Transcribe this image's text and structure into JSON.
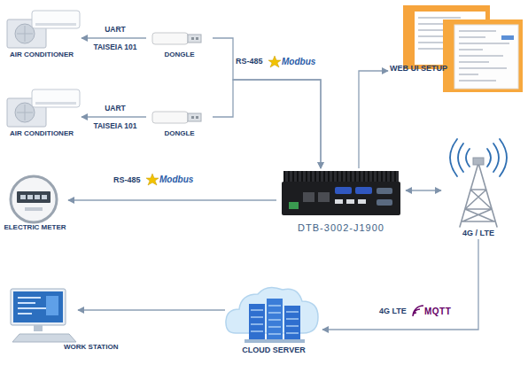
{
  "diagram": {
    "nodes": [
      {
        "text": [
          "AIR CONDITIONER"
        ]
      },
      {
        "text": [
          "DONGLE"
        ]
      },
      {
        "text": [
          "WEB UI SETUP"
        ]
      },
      {
        "text": [
          "AIR CONDITIONER"
        ]
      },
      {
        "text": [
          "DONGLE"
        ]
      },
      {
        "text": [
          "ELECTRIC METER"
        ]
      },
      {
        "text": [
          "DTB-3002-J1900"
        ]
      },
      {
        "text": [
          "4G / LTE"
        ]
      },
      {
        "text": [
          "WORK STATION"
        ]
      },
      {
        "text": [
          "CLOUD SERVER"
        ]
      }
    ],
    "edges": [
      {
        "from": 1,
        "to": 0,
        "arrow": "to",
        "label": "UART TAISEIA 101"
      },
      {
        "from": 4,
        "to": 3,
        "arrow": "to",
        "label": "UART TAISEIA 101"
      },
      {
        "from": 1,
        "to": 6,
        "arrow": "to",
        "label": "RS-485"
      },
      {
        "from": 4,
        "to": 6,
        "arrow": "to"
      },
      {
        "from": 6,
        "to": 5,
        "arrow": "to",
        "label": "RS-485"
      },
      {
        "from": 6,
        "to": 2,
        "arrow": "to"
      },
      {
        "from": 6,
        "to": 7,
        "arrow": "both"
      },
      {
        "from": 7,
        "to": 9,
        "arrow": "to",
        "label": "4G LTE"
      },
      {
        "from": 9,
        "to": 8,
        "arrow": "to"
      }
    ],
    "labels": [
      "Modbus",
      "Modbus",
      "MQTT"
    ]
  }
}
